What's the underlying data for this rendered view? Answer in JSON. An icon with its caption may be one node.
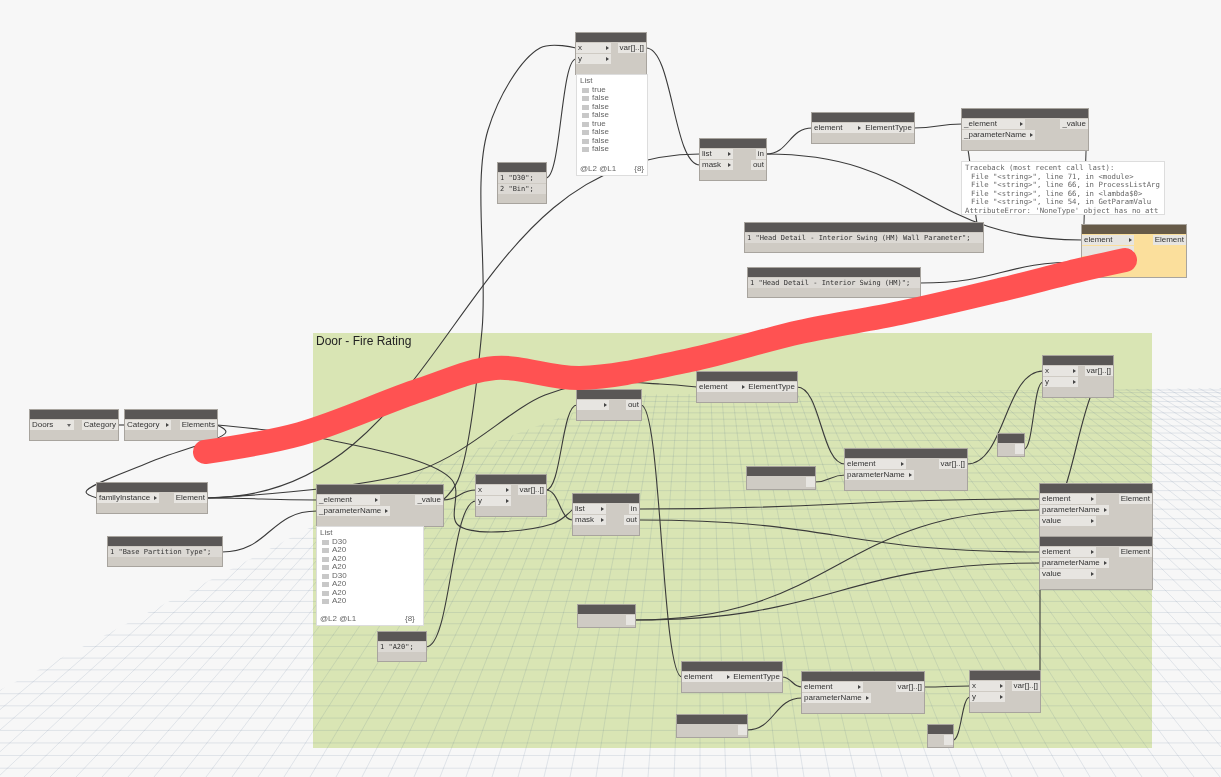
{
  "diagram": {
    "nodes": [
      {
        "text": [
          "Door - Fire Rating"
        ]
      },
      {
        "text": [
          "Doors",
          "Category"
        ]
      },
      {
        "text": [
          "Category",
          "Elements"
        ]
      },
      {
        "text": [
          "familyInstance",
          "Element"
        ]
      },
      {
        "text": [
          "1 \"Base Partition Type\";"
        ]
      },
      {
        "text": [
          "x",
          "y",
          "var[]..[]"
        ],
        "beside": [
          "List",
          "true",
          "false",
          "false",
          "false",
          "true",
          "false",
          "false",
          "false",
          "@L2 @L1",
          "{8}"
        ]
      },
      {
        "text": [
          "1 \"D30\";",
          "2 \"Bin\";"
        ]
      },
      {
        "text": [
          "list",
          "mask",
          "in",
          "out"
        ]
      },
      {
        "text": [
          "element",
          "ElementType"
        ]
      },
      {
        "text": [
          "_element",
          "_parameterName",
          "_value"
        ],
        "beside": [
          "Traceback (most recent call last):",
          "File \"<string>\", line 71, in <module>",
          "File \"<string>\", line 66, in ProcessListArg",
          "File \"<string>\", line 66, in <lambda$0>",
          "File \"<string>\", line 54, in GetParamValu",
          "AttributeError: 'NoneType' object has no att"
        ]
      },
      {
        "text": [
          "1 \"Head Detail - Interior Swing (HM) Wall Parameter\";"
        ]
      },
      {
        "text": [
          "1 \"Head Detail - Interior Swing (HM)\";"
        ]
      },
      {
        "text": [
          "element",
          "Element"
        ]
      },
      {
        "text": [
          "_element",
          "_parameterName",
          "_value"
        ],
        "in": 0,
        "beside": [
          "List",
          "D30",
          "A20",
          "A20",
          "A20",
          "D30",
          "A20",
          "A20",
          "A20",
          "@L2 @L1"
        ]
      },
      {
        "text": [
          "x",
          "y",
          "var[]..[]"
        ],
        "in": 0
      },
      {
        "text": [
          "1 \"A20\";"
        ],
        "in": 0
      },
      {
        "text": [
          "out"
        ],
        "in": 0
      },
      {
        "text": [
          "element",
          "ElementType"
        ],
        "in": 0
      },
      {
        "text": [
          "list",
          "mask",
          "in",
          "out"
        ],
        "in": 0
      },
      {
        "text": [
          "x",
          "y",
          "var[]..[]"
        ],
        "in": 0
      },
      {
        "text": [],
        "shape": "box",
        "in": 0
      },
      {
        "text": [],
        "shape": "box",
        "in": 0
      },
      {
        "text": [
          "element",
          "parameterName",
          "var[]..[]"
        ],
        "in": 0
      },
      {
        "text": [
          "element",
          "parameterName",
          "value",
          "Element"
        ],
        "in": 0
      },
      {
        "text": [
          "element",
          "parameterName",
          "value",
          "Element"
        ],
        "in": 0
      },
      {
        "text": [],
        "shape": "box",
        "in": 0
      },
      {
        "text": [
          "element",
          "ElementType"
        ],
        "in": 0
      },
      {
        "text": [],
        "shape": "box",
        "in": 0
      },
      {
        "text": [
          "element",
          "parameterName",
          "var[]..[]"
        ],
        "in": 0
      },
      {
        "text": [
          "x",
          "y",
          "var[]..[]"
        ],
        "in": 0
      },
      {
        "text": [],
        "shape": "box",
        "in": 0
      }
    ],
    "edges": [
      {
        "from": 1,
        "to": 2,
        "arrow": "none"
      },
      {
        "from": 2,
        "to": 3,
        "arrow": "none"
      },
      {
        "from": 3,
        "to": 7,
        "arrow": "none"
      },
      {
        "from": 6,
        "to": 5,
        "arrow": "none"
      },
      {
        "from": 13,
        "to": 5,
        "arrow": "none"
      },
      {
        "from": 5,
        "to": 7,
        "arrow": "none"
      },
      {
        "from": 7,
        "to": 8,
        "arrow": "none"
      },
      {
        "from": 7,
        "to": 12,
        "arrow": "none"
      },
      {
        "from": 8,
        "to": 9,
        "arrow": "none"
      },
      {
        "from": 10,
        "to": 9,
        "arrow": "none"
      },
      {
        "from": 9,
        "to": 12,
        "arrow": "none"
      },
      {
        "from": 11,
        "to": 12,
        "arrow": "none"
      },
      {
        "from": 3,
        "to": 13,
        "arrow": "none"
      },
      {
        "from": 4,
        "to": 13,
        "arrow": "none"
      },
      {
        "from": 13,
        "to": 14,
        "arrow": "none"
      },
      {
        "from": 15,
        "to": 14,
        "arrow": "none"
      },
      {
        "from": 14,
        "to": 18,
        "arrow": "none"
      },
      {
        "from": 14,
        "to": 16,
        "arrow": "none"
      },
      {
        "from": 2,
        "to": 18,
        "arrow": "none"
      },
      {
        "from": 16,
        "to": 26,
        "arrow": "none"
      },
      {
        "from": 3,
        "to": 17,
        "arrow": "none"
      },
      {
        "from": 17,
        "to": 22,
        "arrow": "none"
      },
      {
        "from": 21,
        "to": 22,
        "arrow": "none"
      },
      {
        "from": 22,
        "to": 19,
        "arrow": "none"
      },
      {
        "from": 20,
        "to": 19,
        "arrow": "none"
      },
      {
        "from": 19,
        "to": 23,
        "arrow": "none"
      },
      {
        "from": 18,
        "to": 23,
        "arrow": "none"
      },
      {
        "from": 18,
        "to": 24,
        "arrow": "none"
      },
      {
        "from": 25,
        "to": 23,
        "arrow": "none"
      },
      {
        "from": 25,
        "to": 24,
        "arrow": "none"
      },
      {
        "from": 26,
        "to": 28,
        "arrow": "none"
      },
      {
        "from": 27,
        "to": 28,
        "arrow": "none"
      },
      {
        "from": 28,
        "to": 29,
        "arrow": "none"
      },
      {
        "from": 30,
        "to": 29,
        "arrow": "none"
      },
      {
        "from": 29,
        "to": 24,
        "arrow": "none"
      }
    ],
    "labels": [
      "{8}"
    ]
  }
}
